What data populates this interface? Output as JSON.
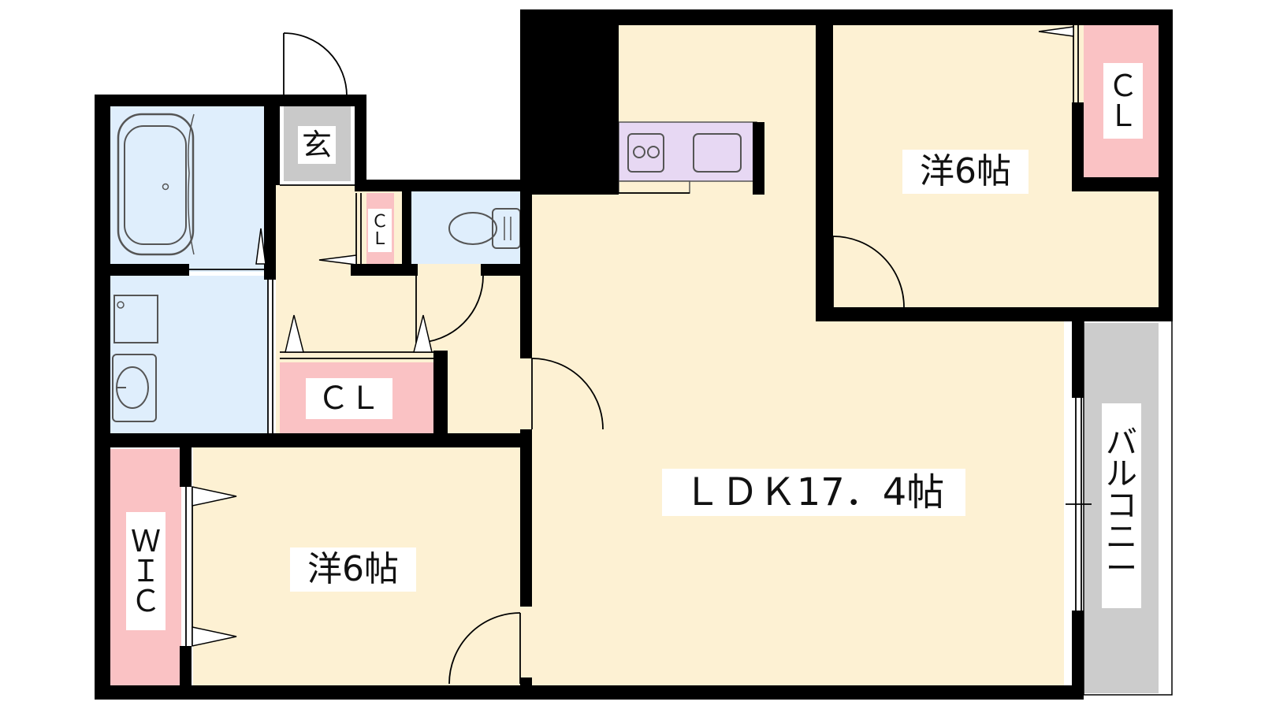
{
  "rooms": {
    "ldk": {
      "label": "ＬＤＫ17．4帖"
    },
    "western_top": {
      "label": "洋6帖"
    },
    "western_bottom": {
      "label": "洋6帖"
    },
    "entrance": {
      "label": "玄"
    },
    "closet_top_right": {
      "label_line1": "Ｃ",
      "label_line2": "Ｌ"
    },
    "closet_small": {
      "label_line1": "Ｃ",
      "label_line2": "Ｌ"
    },
    "closet_center": {
      "label": "ＣＬ"
    },
    "walk_in_closet": {
      "label_line1": "Ｗ",
      "label_line2": "Ｉ",
      "label_line3": "Ｃ"
    },
    "balcony": {
      "label_chars": [
        "バ",
        "ル",
        "コ",
        "ニ",
        "ー"
      ]
    }
  },
  "colors": {
    "room_floor": "#fdf1d3",
    "wet_area": "#dfeefc",
    "closet": "#fac2c4",
    "kitchen": "#e7d8f3",
    "balcony": "#cccccc",
    "entrance": "#c9c9c9",
    "wall": "#000000"
  }
}
